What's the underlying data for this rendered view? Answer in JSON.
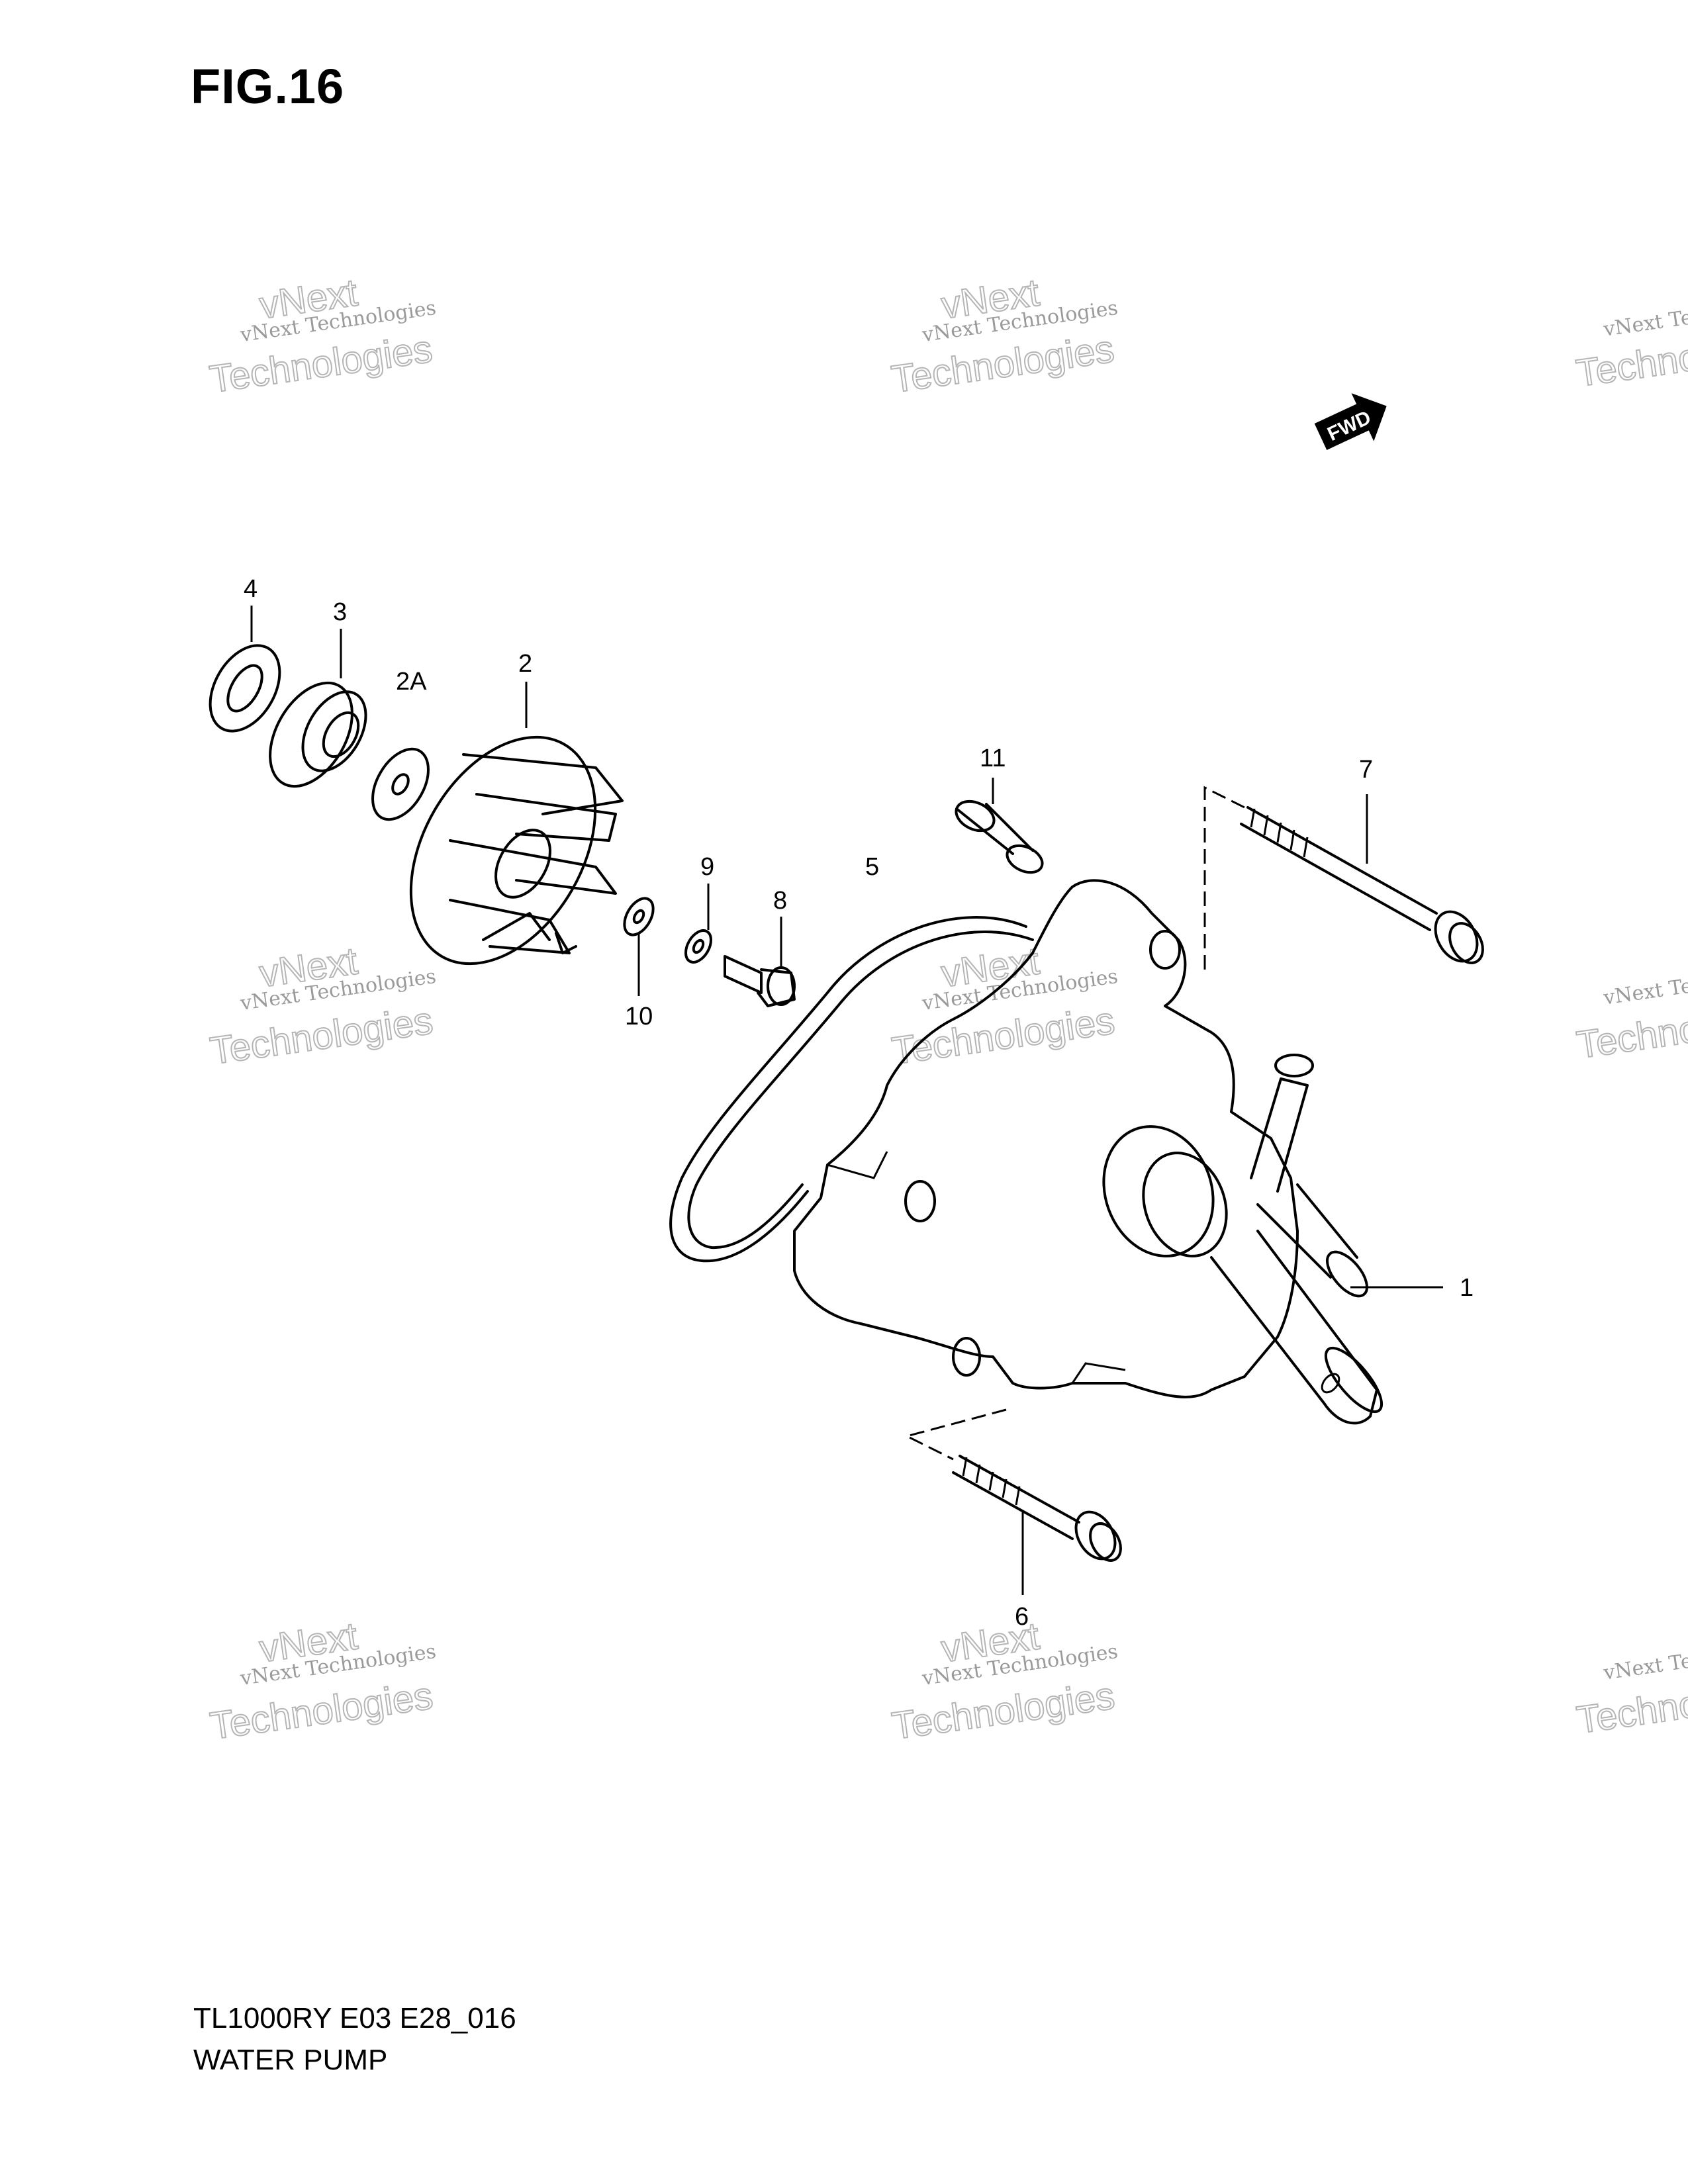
{
  "figure": {
    "title": "FIG.16"
  },
  "footer": {
    "model_code": "TL1000RY E03 E28_016",
    "diagram_name": "WATER PUMP"
  },
  "fwd_badge": {
    "label": "FWD"
  },
  "callouts": {
    "c1": "1",
    "c2": "2",
    "c2a": "2A",
    "c3": "3",
    "c4": "4",
    "c5": "5",
    "c6": "6",
    "c7": "7",
    "c8": "8",
    "c9": "9",
    "c10": "10",
    "c11": "11"
  },
  "watermark": {
    "line1": "vNext Technologies",
    "line2": "Technologies",
    "line3": "vNext"
  }
}
